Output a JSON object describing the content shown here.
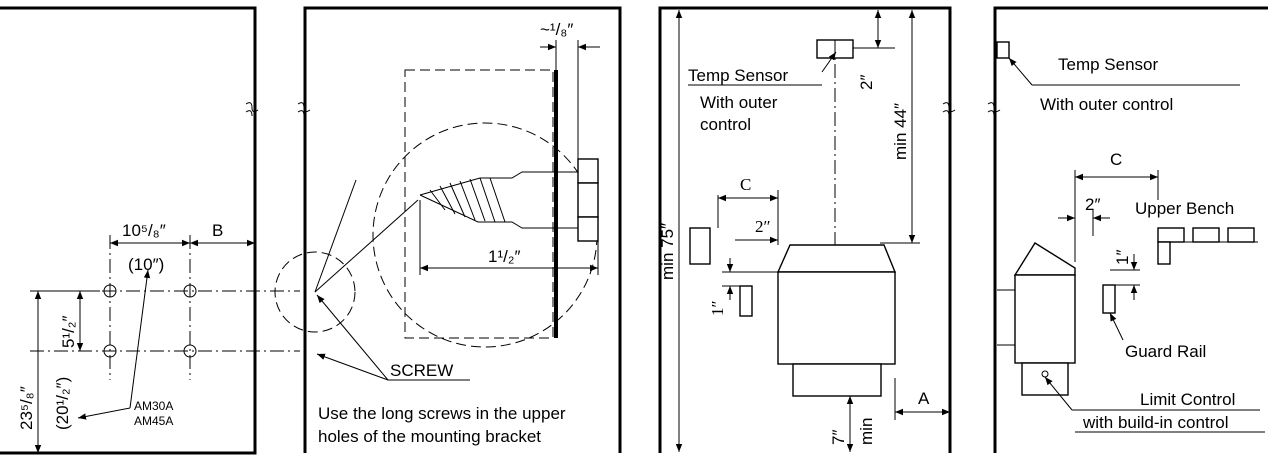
{
  "panel1": {
    "dim_width": "10⁵/₈″",
    "dim_width_alt": "(10″)",
    "dim_b": "B",
    "dim_height": "23⁵/₈″",
    "dim_height_alt": "(20¹/₂″)",
    "dim_hole": "5¹/₂″",
    "models": [
      "AM30A",
      "AM45A"
    ]
  },
  "panel2": {
    "dim_gap": "~¹/₈″",
    "dim_depth": "1¹/₂″",
    "screw_label": "SCREW",
    "note_line1": "Use the long screws in the upper",
    "note_line2": "holes of the mounting bracket"
  },
  "panel3": {
    "sensor_label": "Temp Sensor",
    "sensor_sub1": "With outer",
    "sensor_sub2": "control",
    "dim_sensor_drop": "2″",
    "dim_min44": "min 44″",
    "dim_min75": "min 75″",
    "dim_c": "C",
    "dim_bench_gap": "2″",
    "dim_rail": "1″",
    "dim_floor": "7″",
    "dim_floor_min": "min",
    "dim_a": "A"
  },
  "panel4": {
    "sensor_label": "Temp Sensor",
    "sensor_sub": "With outer control",
    "dim_c": "C",
    "dim_gap": "2″",
    "bench_label": "Upper Bench",
    "dim_rail": "1″",
    "rail_label": "Guard Rail",
    "limit_label": "Limit Control",
    "limit_sub": "with build-in control"
  }
}
